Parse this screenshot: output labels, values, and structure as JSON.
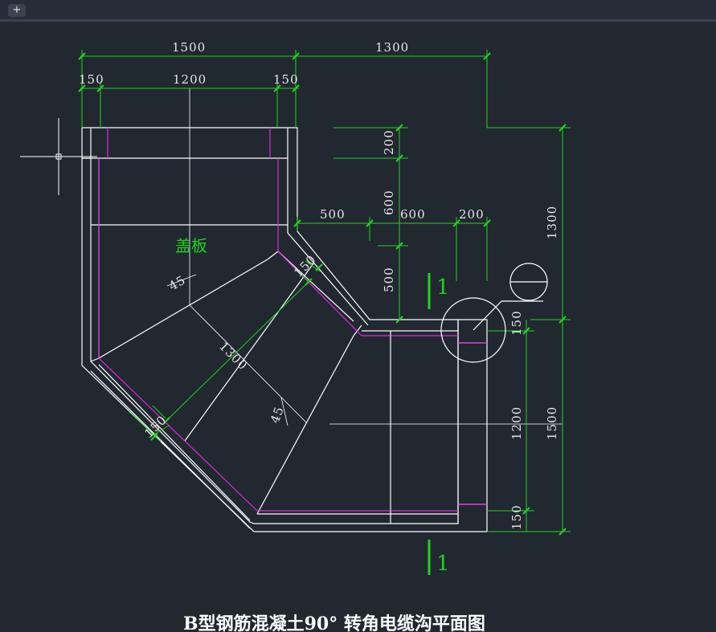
{
  "app": {
    "new_tab_symbol": "+"
  },
  "colors": {
    "background": "#212830",
    "outline": "#ffffff",
    "dimension": "#21d321",
    "inner_line": "#e126e1",
    "cover_label": "#1fd11f"
  },
  "drawing": {
    "title": "B型钢筋混凝土90° 转角电缆沟平面图",
    "cover_label": "盖板",
    "section_mark": "1",
    "dims": {
      "top_left_1500": "1500",
      "top_right_1300": "1300",
      "top_150_left": "150",
      "top_1200": "1200",
      "top_150_right": "150",
      "right_200": "200",
      "right_600": "600",
      "right_500": "500",
      "mid_500": "500",
      "mid_600": "600",
      "mid_200": "200",
      "far_right_1300": "1300",
      "right_150_top": "150",
      "right_1200": "1200",
      "right_1500": "1500",
      "right_150_bottom": "150",
      "diag_1300": "1300",
      "diag_150_a": "150",
      "diag_150_b": "150",
      "angle_45_a": "45",
      "angle_45_b": "45"
    }
  }
}
